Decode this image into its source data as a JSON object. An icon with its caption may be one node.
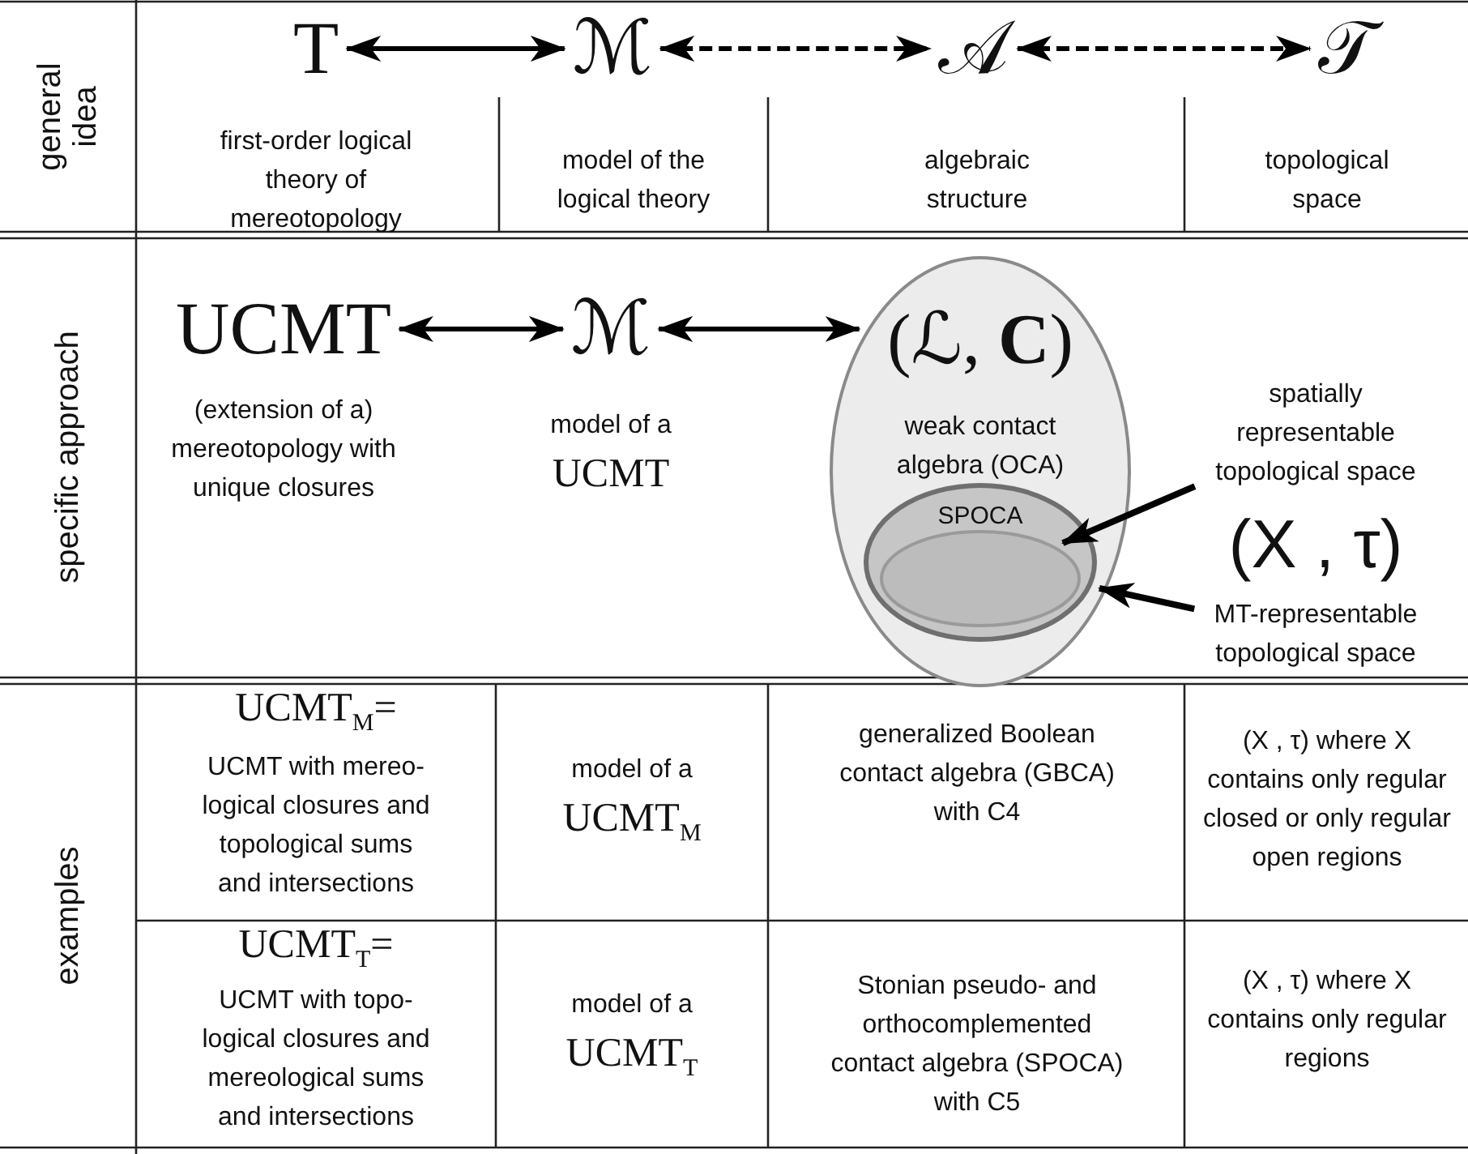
{
  "diagram": {
    "nodes": [
      {
        "text": [
          "T"
        ]
      },
      {
        "text": [
          "ℳ"
        ]
      },
      {
        "text": [
          "𝒜"
        ]
      },
      {
        "text": [
          "𝒯"
        ]
      },
      {
        "text": [
          "UCMT"
        ],
        "beside": [
          "(extension of a) mereotopology with unique closures"
        ]
      },
      {
        "text": [
          "ℳ"
        ],
        "beside": [
          "model of a UCMT"
        ]
      },
      {
        "text": [
          "(ℒ, **C**)",
          "weak contact algebra (OCA)"
        ]
      },
      {
        "text": [
          "SPOCA"
        ],
        "in": 6
      },
      {
        "text": [],
        "shape": "ellipse",
        "in": 7
      },
      {
        "text": [
          "spatially representable topological space"
        ]
      },
      {
        "text": [
          "MT-representable topological space"
        ]
      }
    ],
    "edges": [
      {
        "from": 0,
        "to": 1,
        "arrow": "both"
      },
      {
        "from": 1,
        "to": 2,
        "arrow": "both",
        "style": "dashed"
      },
      {
        "from": 2,
        "to": 3,
        "arrow": "both",
        "style": "dashed"
      },
      {
        "from": 4,
        "to": 5,
        "arrow": "both"
      },
      {
        "from": 5,
        "to": 6,
        "arrow": "both"
      },
      {
        "from": 9,
        "to": 8,
        "arrow": "to"
      },
      {
        "from": 10,
        "to": 7,
        "arrow": "to"
      }
    ],
    "labels": [
      "general idea",
      "first-order logical theory of mereotopology",
      "model of the logical theory",
      "algebraic structure",
      "topological space",
      "specific approach",
      "(X , τ)",
      "examples",
      "UCMT$_{M}$=",
      "UCMT with mereo- logical closures and topological sums and intersections",
      "model of a UCMT$_{M}$",
      "generalized Boolean contact algebra (GBCA) with C4",
      "(X , τ) where X contains only regular closed or only regular open regions",
      "UCMT$_{T}$=",
      "UCMT with topo- logical closures and mereological sums and intersections",
      "model of a UCMT$_{T}$",
      "Stonian pseudo- and orthocomplemented contact algebra (SPOCA) with C5",
      "(X , τ) where X contains only regular regions"
    ]
  }
}
